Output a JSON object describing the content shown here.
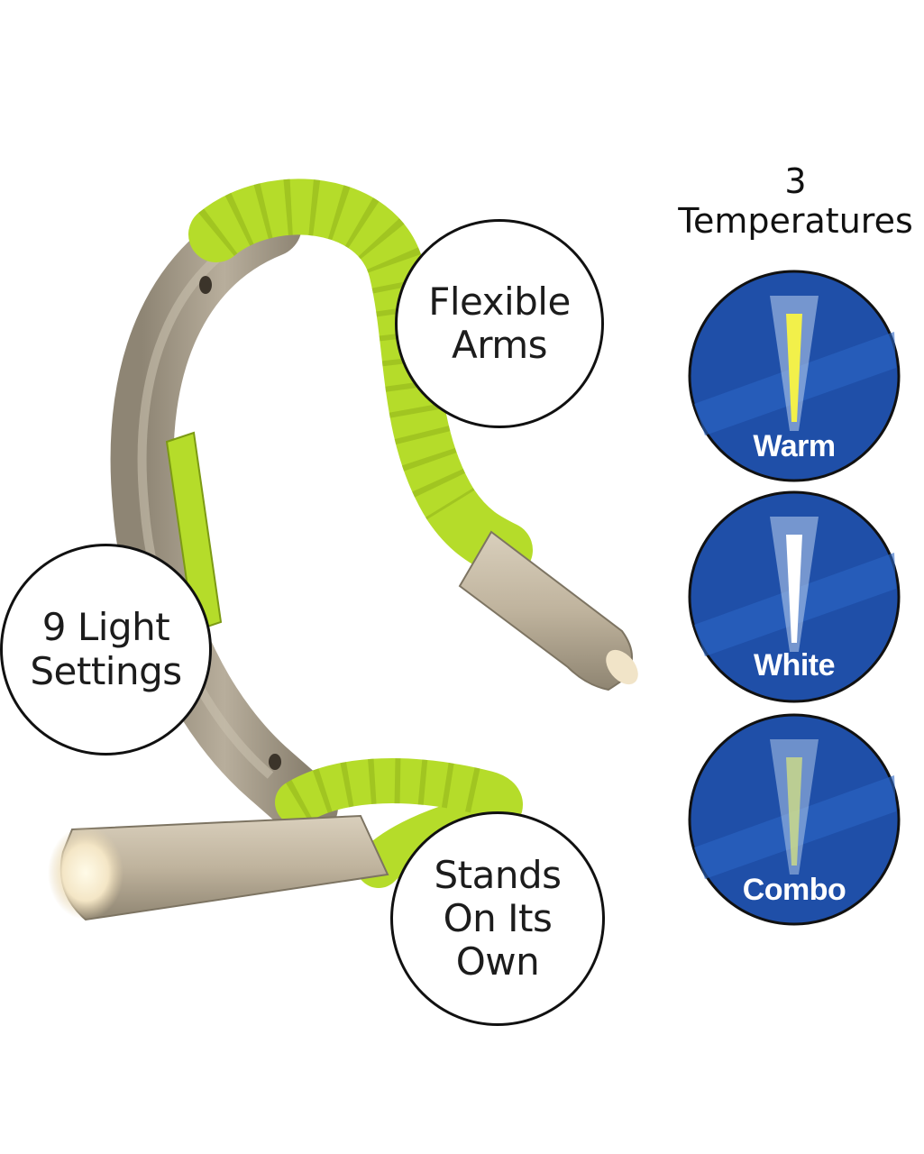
{
  "callouts": {
    "flexible_arms": [
      "Flexible",
      "Arms"
    ],
    "light_settings": [
      "9 Light",
      "Settings"
    ],
    "stands": [
      "Stands",
      "On Its",
      "Own"
    ]
  },
  "temperatures": {
    "title": [
      "3",
      "Temperatures"
    ],
    "items": [
      {
        "label": "Warm",
        "beam_color": "#f2f04a"
      },
      {
        "label": "White",
        "beam_color": "#ffffff"
      },
      {
        "label": "Combo",
        "beam_color": "#c9d88a"
      }
    ]
  },
  "colors": {
    "accent_green": "#b5dc2a",
    "body_tan": "#a79d8c",
    "disc_blue": "#1f4fa8",
    "disc_blue_light": "#3f7fd0",
    "outline": "#111111"
  }
}
